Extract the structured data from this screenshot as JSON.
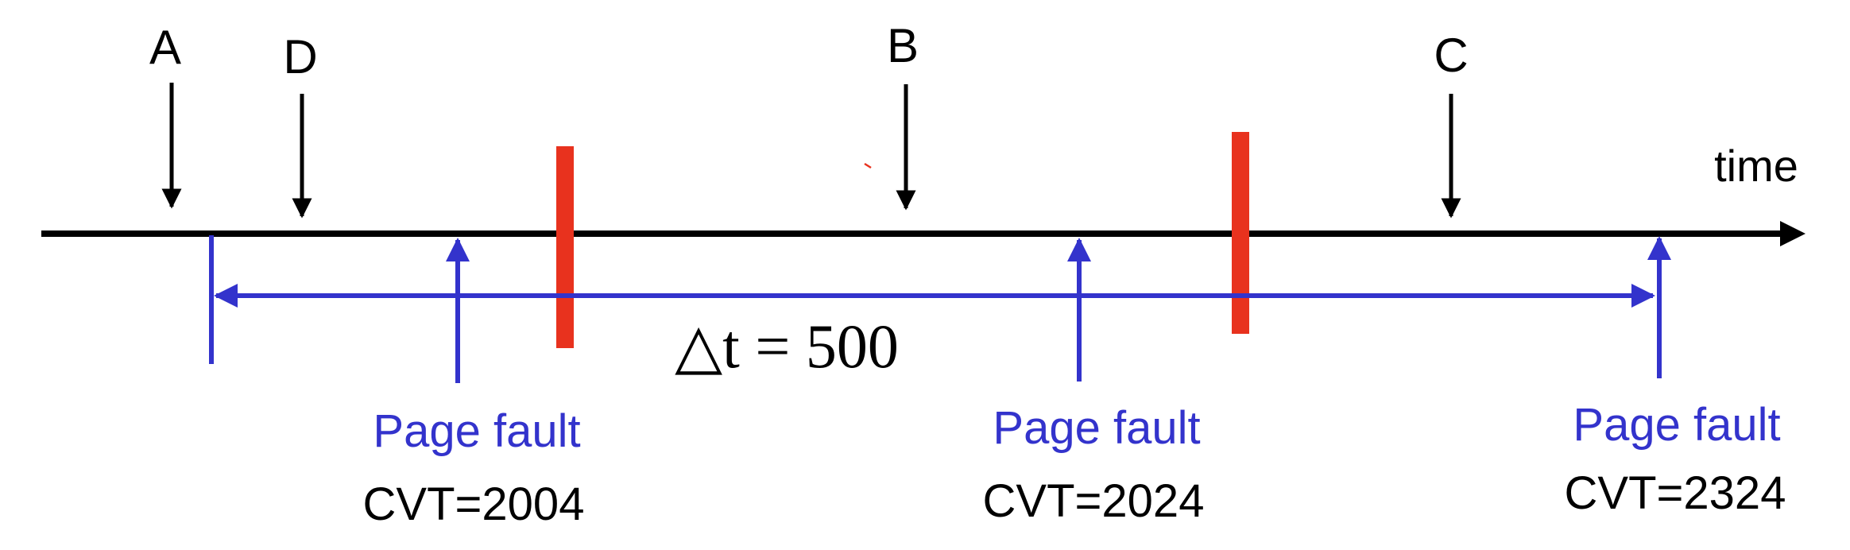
{
  "labels": {
    "time": "time",
    "delta": "△t = 500"
  },
  "events": [
    {
      "id": "A",
      "label": "A"
    },
    {
      "id": "D",
      "label": "D"
    },
    {
      "id": "B",
      "label": "B"
    },
    {
      "id": "C",
      "label": "C"
    }
  ],
  "faults": [
    {
      "title": "Page fault",
      "cvt": "CVT=2004"
    },
    {
      "title": "Page fault",
      "cvt": "CVT=2024"
    },
    {
      "title": "Page fault",
      "cvt": "CVT=2324"
    }
  ],
  "colors": {
    "axis": "#000000",
    "fault": "#3333cc",
    "marker": "#e8321e",
    "text": "#000000"
  }
}
